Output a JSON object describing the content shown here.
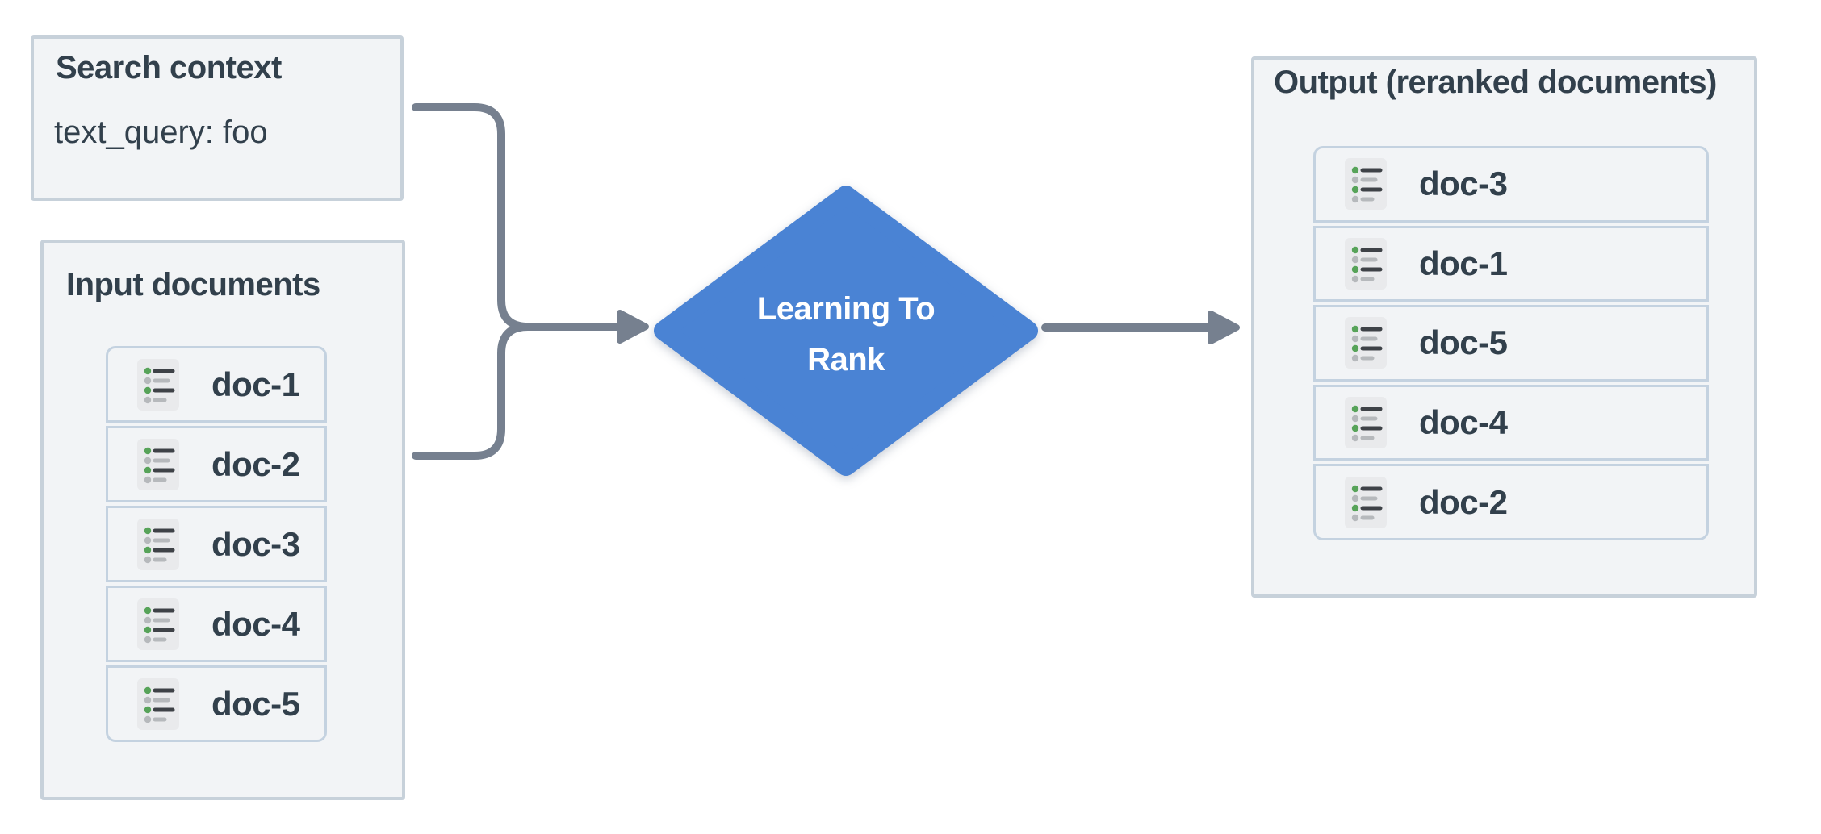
{
  "colors": {
    "accent_blue": "#4a83d4",
    "connector_gray": "#76808f",
    "box_fill": "#f2f4f6",
    "box_border": "#c7d1da",
    "panel_border": "#c4d2e0",
    "text_dark": "#32404c",
    "icon_bg": "#e9eaec",
    "icon_green": "#57a359",
    "icon_gray": "#b6b9bc",
    "icon_dark": "#3e4247",
    "diamond_text": "#ffffff"
  },
  "search_context_box": {
    "title": "Search context",
    "query_line": "text_query: foo"
  },
  "input_box": {
    "title": "Input documents",
    "documents": [
      "doc-1",
      "doc-2",
      "doc-3",
      "doc-4",
      "doc-5"
    ]
  },
  "diamond": {
    "label_line1": "Learning To",
    "label_line2": "Rank"
  },
  "output_box": {
    "title": "Output (reranked documents)",
    "documents": [
      "doc-3",
      "doc-1",
      "doc-5",
      "doc-4",
      "doc-2"
    ]
  },
  "icons": {
    "doc_icon": "list-icon"
  }
}
